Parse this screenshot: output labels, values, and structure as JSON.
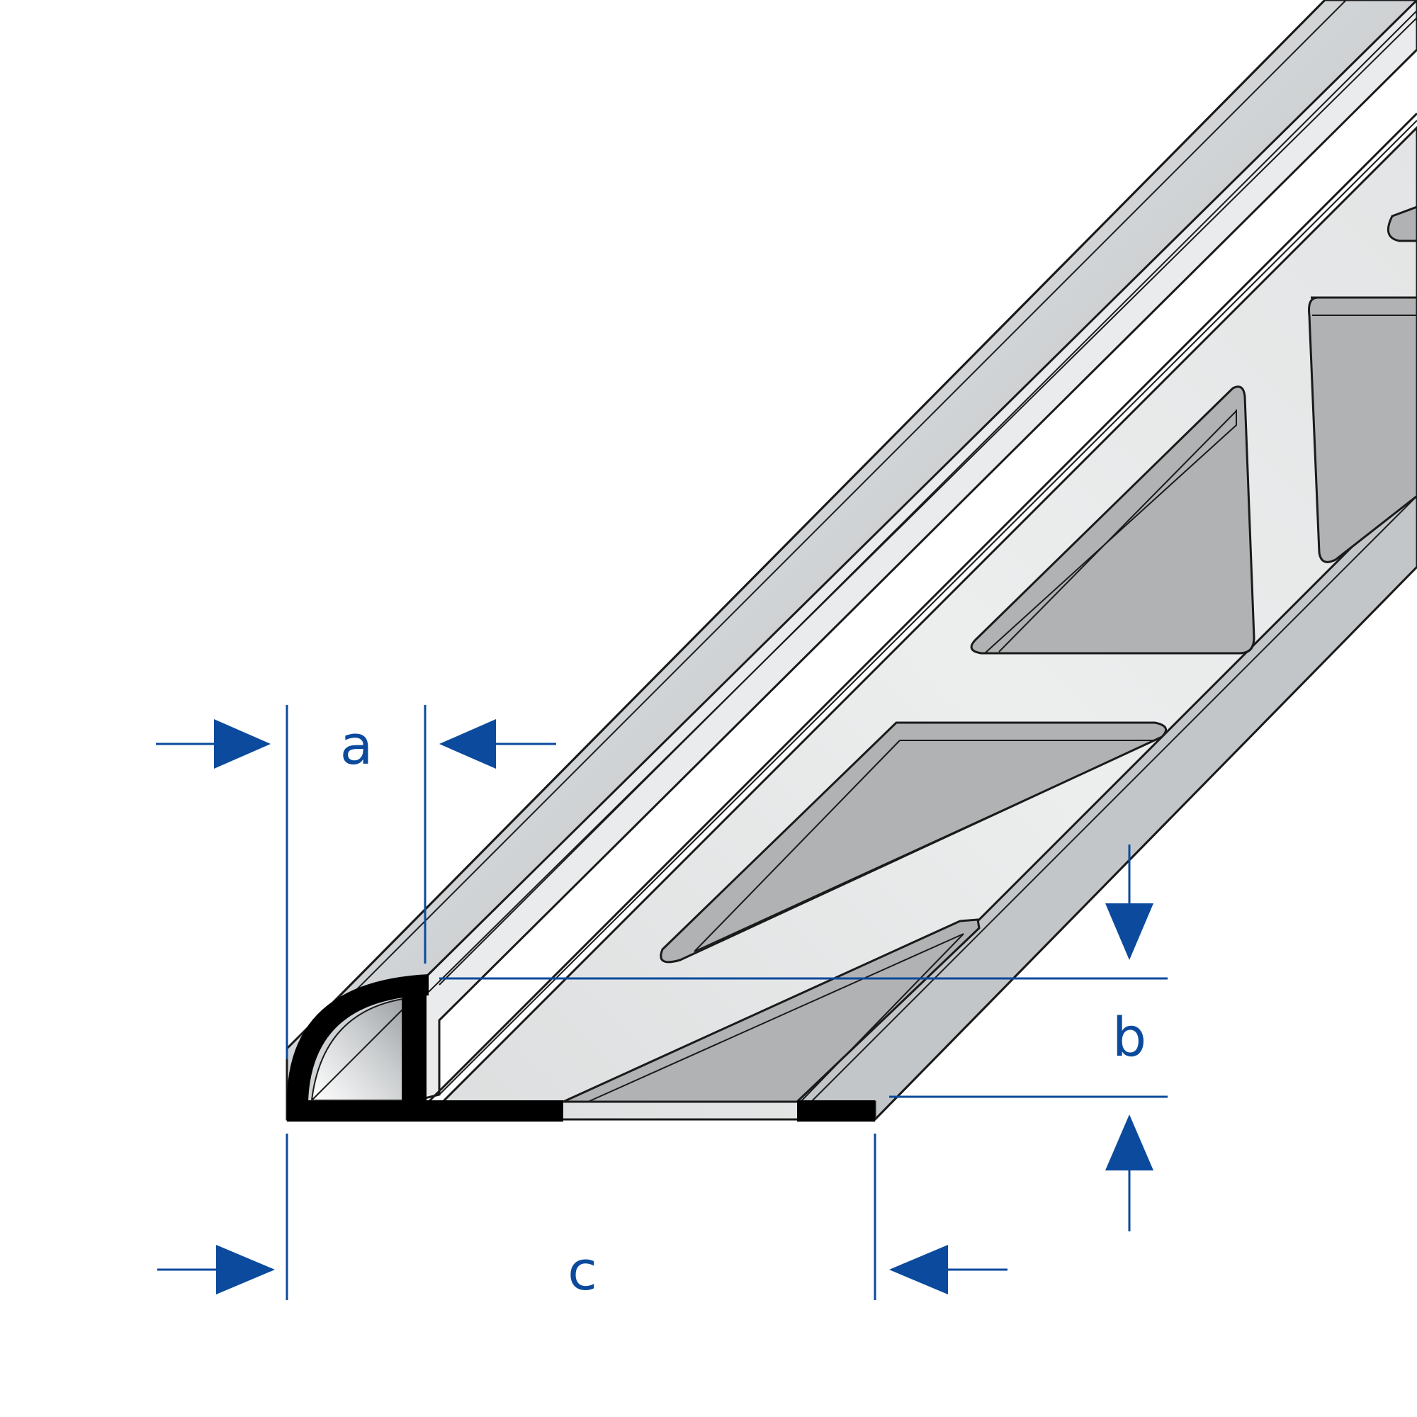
{
  "diagram": {
    "dimension_labels": {
      "a": "a",
      "b": "b",
      "c": "c"
    },
    "colors": {
      "dimension": "#0b4a9c",
      "profile_light": "#e6e7e8",
      "profile_mid": "#d2d4d6",
      "cutout": "#b1b2b4",
      "cross_section": "#000000",
      "outline": "#1a1a1a"
    }
  }
}
